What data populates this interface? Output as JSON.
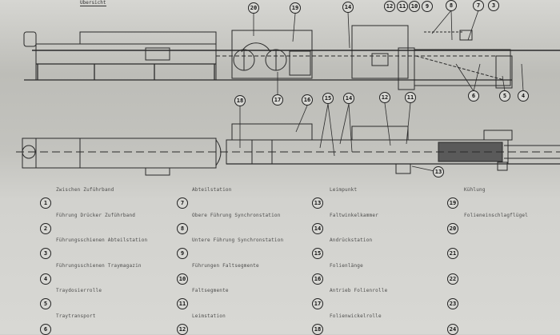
{
  "title_fragment": "Übersicht",
  "side_view_callouts": [
    "20",
    "19",
    "14",
    "12",
    "11",
    "10",
    "9",
    "8",
    "7",
    "3",
    "17",
    "6",
    "5",
    "4"
  ],
  "plan_view_callouts": [
    "18",
    "16",
    "15",
    "14",
    "12",
    "11",
    "13"
  ],
  "legend": [
    {
      "number": "1",
      "label": "Zwischen Zuführband"
    },
    {
      "number": "2",
      "label": "Führung Drücker Zuführband"
    },
    {
      "number": "3",
      "label": "Führungsschienen Abteilstation"
    },
    {
      "number": "4",
      "label": "Führungsschienen Traymagazin"
    },
    {
      "number": "5",
      "label": "Traydosierrolle"
    },
    {
      "number": "6",
      "label": "Traytransport"
    },
    {
      "number": "7",
      "label": "Abteilstation"
    },
    {
      "number": "8",
      "label": "Obere Führung Synchronstation"
    },
    {
      "number": "9",
      "label": "Untere Führung Synchronstation"
    },
    {
      "number": "10",
      "label": "Führungen Faltsegmente"
    },
    {
      "number": "11",
      "label": "Faltsegmente"
    },
    {
      "number": "12",
      "label": "Leimstation"
    },
    {
      "number": "13",
      "label": "Leimpunkt"
    },
    {
      "number": "14",
      "label": "Faltwinkelkammer"
    },
    {
      "number": "15",
      "label": "Andrückstation"
    },
    {
      "number": "16",
      "label": "Folienlänge"
    },
    {
      "number": "17",
      "label": "Antrieb Folienrolle"
    },
    {
      "number": "18",
      "label": "Folienwickelrolle"
    },
    {
      "number": "19",
      "label": "Kühlung"
    },
    {
      "number": "20",
      "label": "Folieneinschlagflügel"
    },
    {
      "number": "21",
      "label": ""
    },
    {
      "number": "22",
      "label": ""
    },
    {
      "number": "23",
      "label": ""
    },
    {
      "number": "24",
      "label": ""
    }
  ]
}
